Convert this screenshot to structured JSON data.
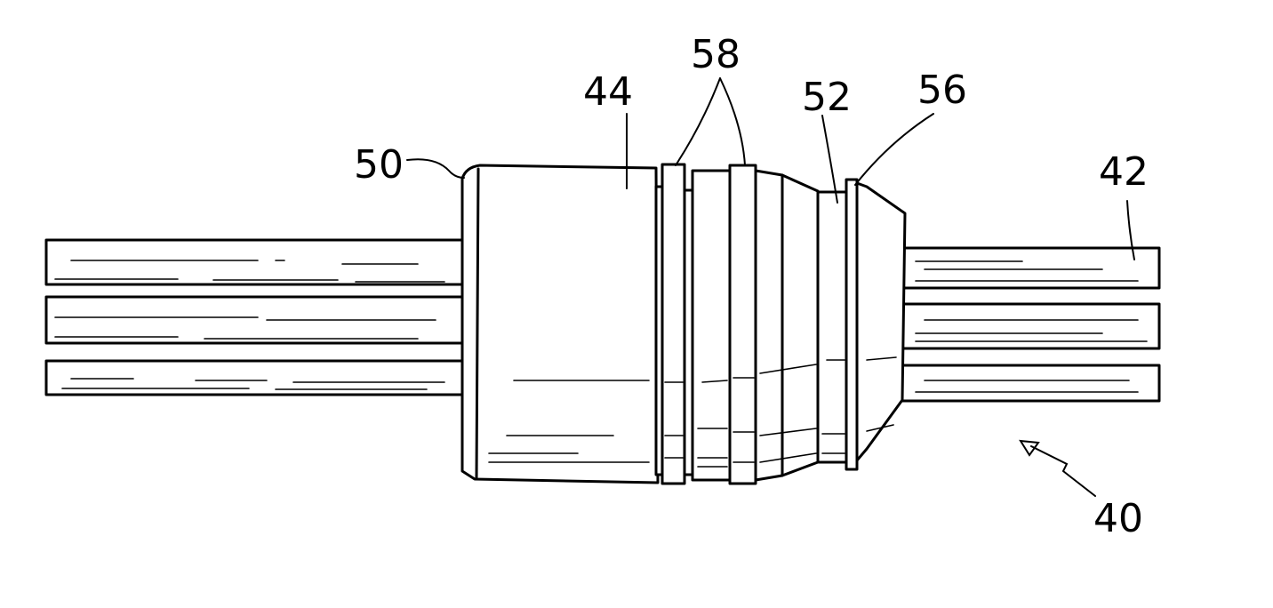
{
  "figure": {
    "labels": {
      "l40": "40",
      "l42": "42",
      "l44": "44",
      "l50": "50",
      "l52": "52",
      "l56": "56",
      "l58": "58"
    }
  }
}
